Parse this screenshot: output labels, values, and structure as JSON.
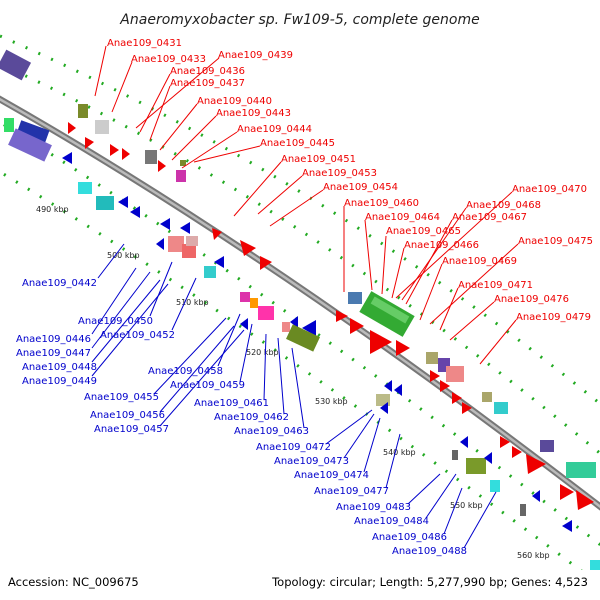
{
  "title": "Anaeromyxobacter sp. Fw109-5, complete genome",
  "footer": {
    "accession": "Accession: NC_009675",
    "topology": "Topology: circular; Length: 5,277,990 bp; Genes: 4,523"
  },
  "colors": {
    "forward_strand": "#ee0000",
    "reverse_strand": "#0000cc",
    "backbone": "#888888",
    "tick": "#22aa22"
  },
  "scale_labels": [
    "490 kbp",
    "500 kbp",
    "510 kbp",
    "520 kbp",
    "530 kbp",
    "540 kbp",
    "550 kbp",
    "560 kbp"
  ],
  "forward_labels": [
    "Anae109_0431",
    "Anae109_0433",
    "Anae109_0439",
    "Anae109_0436",
    "Anae109_0437",
    "Anae109_0440",
    "Anae109_0443",
    "Anae109_0444",
    "Anae109_0445",
    "Anae109_0451",
    "Anae109_0453",
    "Anae109_0454",
    "Anae109_0460",
    "Anae109_0464",
    "Anae109_0465",
    "Anae109_0466",
    "Anae109_0469",
    "Anae109_0471",
    "Anae109_0476",
    "Anae109_0479",
    "Anae109_0470",
    "Anae109_0468",
    "Anae109_0467",
    "Anae109_0475"
  ],
  "reverse_labels": [
    "Anae109_0442",
    "Anae109_0450",
    "Anae109_0446",
    "Anae109_0447",
    "Anae109_0452",
    "Anae109_0448",
    "Anae109_0449",
    "Anae109_0458",
    "Anae109_0455",
    "Anae109_0459",
    "Anae109_0456",
    "Anae109_0461",
    "Anae109_0457",
    "Anae109_0462",
    "Anae109_0463",
    "Anae109_0472",
    "Anae109_0473",
    "Anae109_0474",
    "Anae109_0477",
    "Anae109_0483",
    "Anae109_0484",
    "Anae109_0486",
    "Anae109_0488"
  ]
}
